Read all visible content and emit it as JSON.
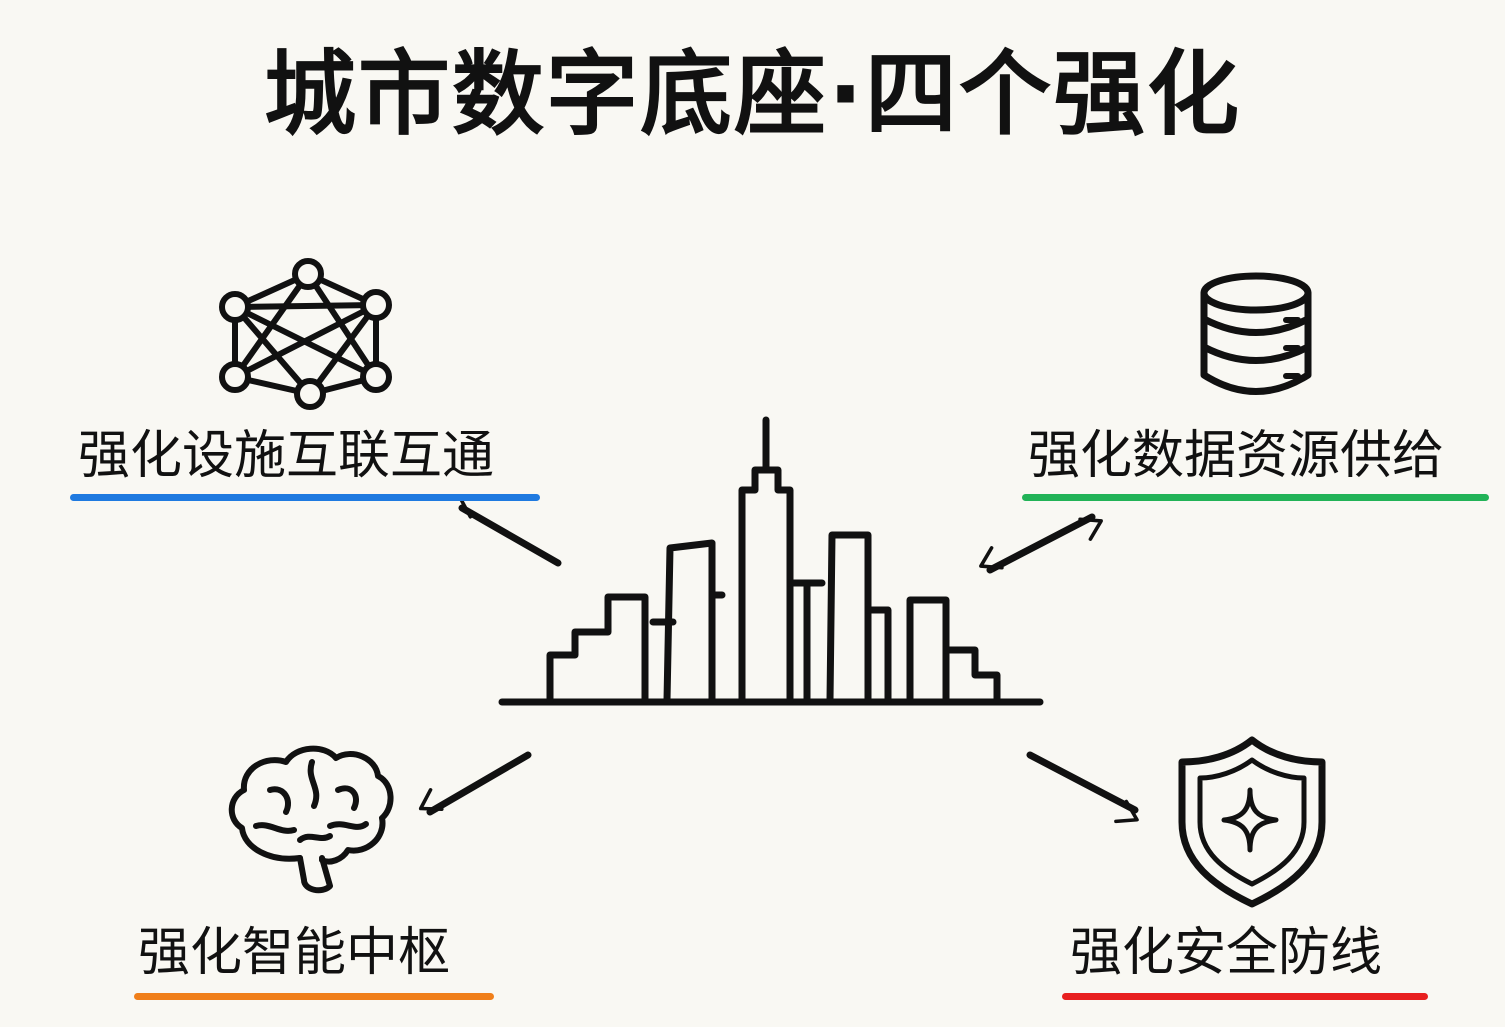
{
  "title": "城市数字底座·四个强化",
  "items": [
    {
      "label": "强化设施互联互通",
      "icon": "neural-network-icon",
      "color": "#1f7ae0"
    },
    {
      "label": "强化数据资源供给",
      "icon": "database-icon",
      "color": "#22b357"
    },
    {
      "label": "强化智能中枢",
      "icon": "brain-icon",
      "color": "#f07f1a"
    },
    {
      "label": "强化安全防线",
      "icon": "shield-icon",
      "color": "#e8201f"
    }
  ],
  "center_icon": "city-skyline-icon",
  "ink_color": "#111111"
}
